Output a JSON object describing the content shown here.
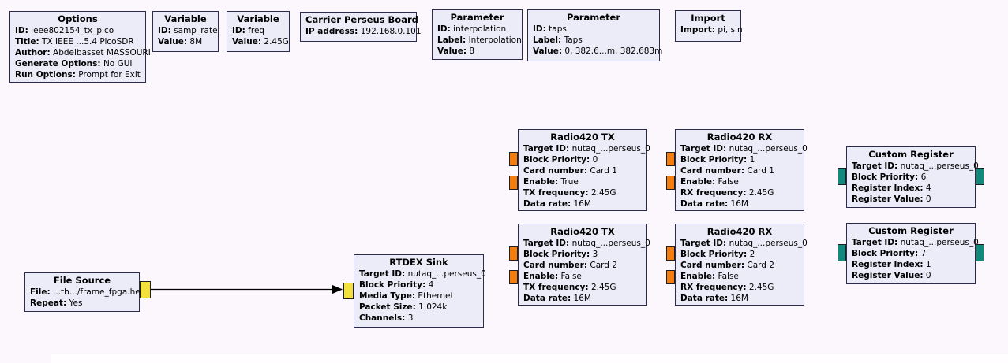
{
  "colors": {
    "canvas_bg": "#fcf7fd",
    "canvas_edge": "#fffdff",
    "block_fill": "#ececf9",
    "block_border": "#2b2b4d",
    "port_stream": "#f2e13c",
    "port_float": "#f57d0e",
    "port_message": "#11897d",
    "wire": "#000000"
  },
  "blocks": [
    {
      "title": "Options",
      "params": [
        {
          "label": "ID:",
          "value": "ieee802154_tx_pico"
        },
        {
          "label": "Title:",
          "value": "TX IEEE ...5.4 PicoSDR"
        },
        {
          "label": "Author:",
          "value": "Abdelbasset MASSOURI"
        },
        {
          "label": "Generate Options:",
          "value": "No GUI"
        },
        {
          "label": "Run Options:",
          "value": "Prompt for Exit"
        }
      ]
    },
    {
      "title": "Variable",
      "params": [
        {
          "label": "ID:",
          "value": "samp_rate"
        },
        {
          "label": "Value:",
          "value": "8M"
        }
      ]
    },
    {
      "title": "Variable",
      "params": [
        {
          "label": "ID:",
          "value": "freq"
        },
        {
          "label": "Value:",
          "value": "2.45G"
        }
      ]
    },
    {
      "title": "Carrier Perseus Board",
      "params": [
        {
          "label": "IP address:",
          "value": "192.168.0.101"
        }
      ]
    },
    {
      "title": "Parameter",
      "params": [
        {
          "label": "ID:",
          "value": "interpolation"
        },
        {
          "label": "Label:",
          "value": "Interpolation"
        },
        {
          "label": "Value:",
          "value": "8"
        }
      ]
    },
    {
      "title": "Parameter",
      "params": [
        {
          "label": "ID:",
          "value": "taps"
        },
        {
          "label": "Label:",
          "value": "Taps"
        },
        {
          "label": "Value:",
          "value": "0, 382.6...m, 382.683m"
        }
      ]
    },
    {
      "title": "Import",
      "params": [
        {
          "label": "Import:",
          "value": "pi, sin"
        }
      ]
    },
    {
      "title": "Radio420 TX",
      "params": [
        {
          "label": "Target ID:",
          "value": "nutaq_...perseus_0"
        },
        {
          "label": "Block Priority:",
          "value": "0"
        },
        {
          "label": "Card number:",
          "value": "Card 1"
        },
        {
          "label": "Enable:",
          "value": "True"
        },
        {
          "label": "TX frequency:",
          "value": "2.45G"
        },
        {
          "label": "Data rate:",
          "value": "16M"
        }
      ]
    },
    {
      "title": "Radio420 RX",
      "params": [
        {
          "label": "Target ID:",
          "value": "nutaq_...perseus_0"
        },
        {
          "label": "Block Priority:",
          "value": "1"
        },
        {
          "label": "Card number:",
          "value": "Card 1"
        },
        {
          "label": "Enable:",
          "value": "False"
        },
        {
          "label": "RX frequency:",
          "value": "2.45G"
        },
        {
          "label": "Data rate:",
          "value": "16M"
        }
      ]
    },
    {
      "title": "Custom Register",
      "params": [
        {
          "label": "Target ID:",
          "value": "nutaq_...perseus_0"
        },
        {
          "label": "Block Priority:",
          "value": "6"
        },
        {
          "label": "Register Index:",
          "value": "4"
        },
        {
          "label": "Register Value:",
          "value": "0"
        }
      ]
    },
    {
      "title": "Radio420 TX",
      "params": [
        {
          "label": "Target ID:",
          "value": "nutaq_...perseus_0"
        },
        {
          "label": "Block Priority:",
          "value": "3"
        },
        {
          "label": "Card number:",
          "value": "Card 2"
        },
        {
          "label": "Enable:",
          "value": "False"
        },
        {
          "label": "TX frequency:",
          "value": "2.45G"
        },
        {
          "label": "Data rate:",
          "value": "16M"
        }
      ]
    },
    {
      "title": "Radio420 RX",
      "params": [
        {
          "label": "Target ID:",
          "value": "nutaq_...perseus_0"
        },
        {
          "label": "Block Priority:",
          "value": "2"
        },
        {
          "label": "Card number:",
          "value": "Card 2"
        },
        {
          "label": "Enable:",
          "value": "False"
        },
        {
          "label": "RX frequency:",
          "value": "2.45G"
        },
        {
          "label": "Data rate:",
          "value": "16M"
        }
      ]
    },
    {
      "title": "Custom Register",
      "params": [
        {
          "label": "Target ID:",
          "value": "nutaq_...perseus_0"
        },
        {
          "label": "Block Priority:",
          "value": "7"
        },
        {
          "label": "Register Index:",
          "value": "1"
        },
        {
          "label": "Register Value:",
          "value": "0"
        }
      ]
    },
    {
      "title": "File Source",
      "params": [
        {
          "label": "File:",
          "value": "...th.../frame_fpga.hex"
        },
        {
          "label": "Repeat:",
          "value": "Yes"
        }
      ]
    },
    {
      "title": "RTDEX Sink",
      "params": [
        {
          "label": "Target ID:",
          "value": "nutaq_...perseus_0"
        },
        {
          "label": "Block Priority:",
          "value": "4"
        },
        {
          "label": "Media Type:",
          "value": "Ethernet"
        },
        {
          "label": "Packet Size:",
          "value": "1.024k"
        },
        {
          "label": "Channels:",
          "value": "3"
        }
      ]
    }
  ]
}
